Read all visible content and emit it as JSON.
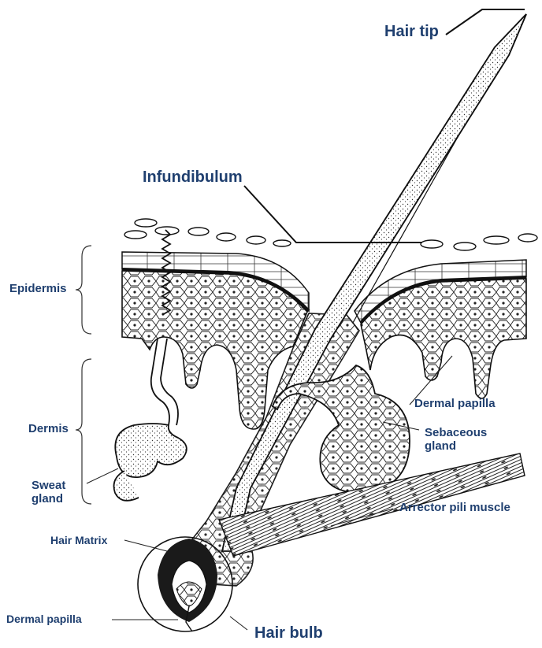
{
  "colors": {
    "label": "#1f3f6f",
    "ink": "#111111",
    "paper": "#ffffff"
  },
  "labels": {
    "hair_tip": "Hair tip",
    "infundibulum": "Infundibulum",
    "epidermis": "Epidermis",
    "dermis": "Dermis",
    "sweat_gland": "Sweat\ngland",
    "dermal_papilla_right": "Dermal papilla",
    "sebaceous_gland": "Sebaceous\ngland",
    "arrector_pili_muscle": "Arrector pili muscle",
    "hair_matrix": "Hair Matrix",
    "dermal_papilla_bulb": "Dermal papilla",
    "hair_bulb": "Hair bulb"
  }
}
